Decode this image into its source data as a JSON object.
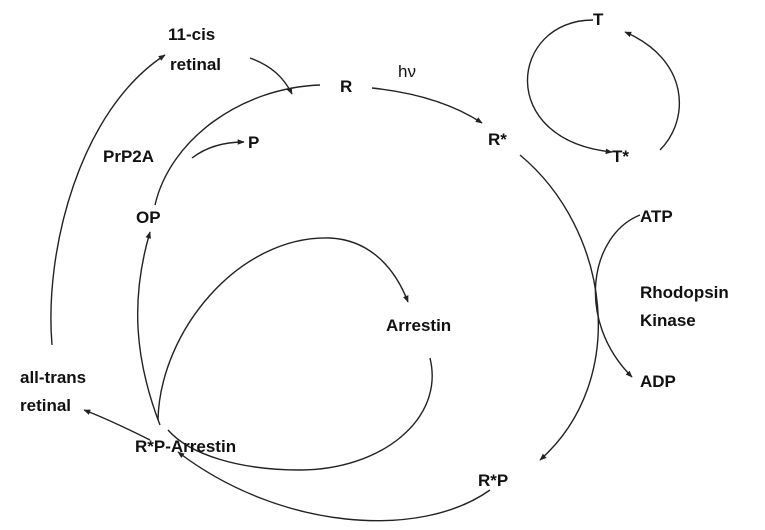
{
  "labels": {
    "eleven_cis": "11-cis",
    "eleven_cis_retinal": "retinal",
    "r": "R",
    "hv": "hν",
    "t": "T",
    "t_star": "T*",
    "r_star": "R*",
    "prp2a": "PrP2A",
    "p": "P",
    "op": "OP",
    "atp": "ATP",
    "arrestin": "Arrestin",
    "rhodopsin": "Rhodopsin",
    "kinase": "Kinase",
    "all_trans": "all-trans",
    "all_trans_retinal": "retinal",
    "adp": "ADP",
    "r_star_p_arrestin": "R*P-Arrestin",
    "r_star_p": "R*P"
  }
}
